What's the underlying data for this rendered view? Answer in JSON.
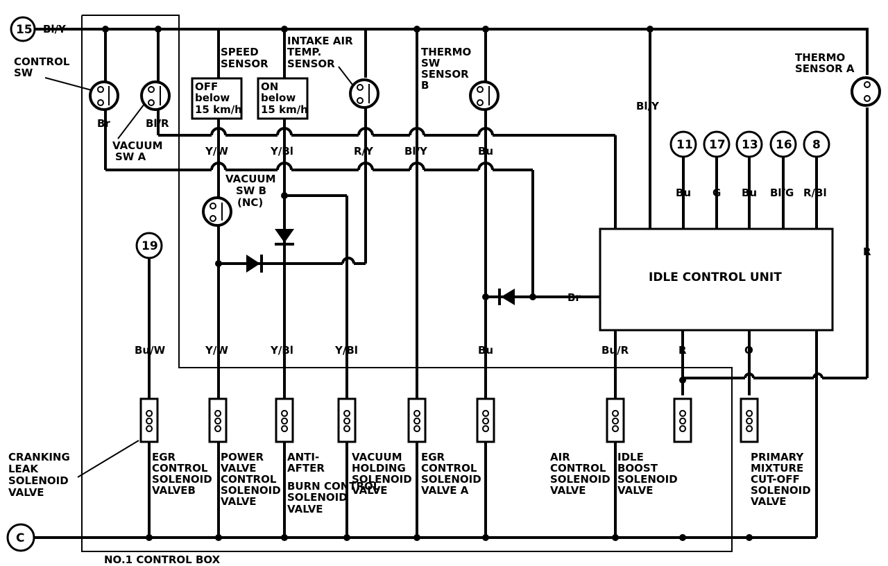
{
  "connectors": {
    "c15": "15",
    "c11": "11",
    "c17": "17",
    "c13": "13",
    "c16": "16",
    "c8": "8",
    "c19": "19",
    "cC": "C"
  },
  "wire_colors": {
    "top_bl_y": "Bl/Y",
    "br_ctrl": "Br",
    "bl_r": "Bl/R",
    "yw_top": "Y/W",
    "ybl_top": "Y/Bl",
    "ry_top": "R/Y",
    "bly_top": "Bl/Y",
    "bu_top": "Bu",
    "bly_right": "Bl/Y",
    "r_right": "R",
    "c11_w": "Bu",
    "c17_w": "G",
    "c13_w": "Bu",
    "c16_w": "Bl/G",
    "c8_w": "R/Bl",
    "br_icu": "Br",
    "buw_bot": "Bu/W",
    "yw_bot": "Y/W",
    "ybl_bot1": "Y/Bl",
    "ybl_bot2": "Y/Bl",
    "bu_bot": "Bu",
    "bur_bot": "Bu/R",
    "r_bot": "R",
    "o_bot": "O"
  },
  "labels": {
    "control_sw": [
      "CONTROL",
      "SW"
    ],
    "vacuum_sw_a": [
      "VACUUM",
      "SW A"
    ],
    "speed_sensor": [
      "SPEED",
      "SENSOR"
    ],
    "off_box": [
      "OFF",
      "below",
      "15 km/h"
    ],
    "on_box": [
      "ON",
      "below",
      "15 km/h"
    ],
    "intake_air": [
      "INTAKE AIR",
      "TEMP.",
      "SENSOR"
    ],
    "thermo_sw": [
      "THERMO",
      "SW",
      "SENSOR",
      "B"
    ],
    "thermo_a": [
      "THERMO",
      "SENSOR A"
    ],
    "vacuum_sw_b": [
      "VACUUM",
      "SW  B",
      "(NC)"
    ],
    "idle_control_unit": "IDLE CONTROL UNIT",
    "control_box": "NO.1 CONTROL BOX",
    "cranking": [
      "CRANKING",
      "LEAK",
      "SOLENOID",
      "VALVE"
    ],
    "egr_b": [
      "EGR",
      "CONTROL",
      "SOLENOID",
      "VALVEB"
    ],
    "power_valve": [
      "POWER",
      "VALVE",
      "CONTROL",
      "SOLENOID",
      "VALVE"
    ],
    "anti_after": [
      "ANTI-",
      "AFTER",
      "BURN CONTROL",
      "SOLENOID",
      "VALVE"
    ],
    "vacuum_hold": [
      "VACUUM",
      "HOLDING",
      "SOLENOID",
      "VALVE"
    ],
    "egr_a": [
      "EGR",
      "CONTROL",
      "SOLENOID",
      "VALVE A"
    ],
    "air_control": [
      "AIR",
      "CONTROL",
      "SOLENOID",
      "VALVE"
    ],
    "idle_boost": [
      "IDLE",
      "BOOST",
      "SOLENOID",
      "VALVE"
    ],
    "primary_mix": [
      "PRIMARY",
      "MIXTURE",
      "CUT-OFF",
      "SOLENOID",
      "VALVE"
    ]
  }
}
